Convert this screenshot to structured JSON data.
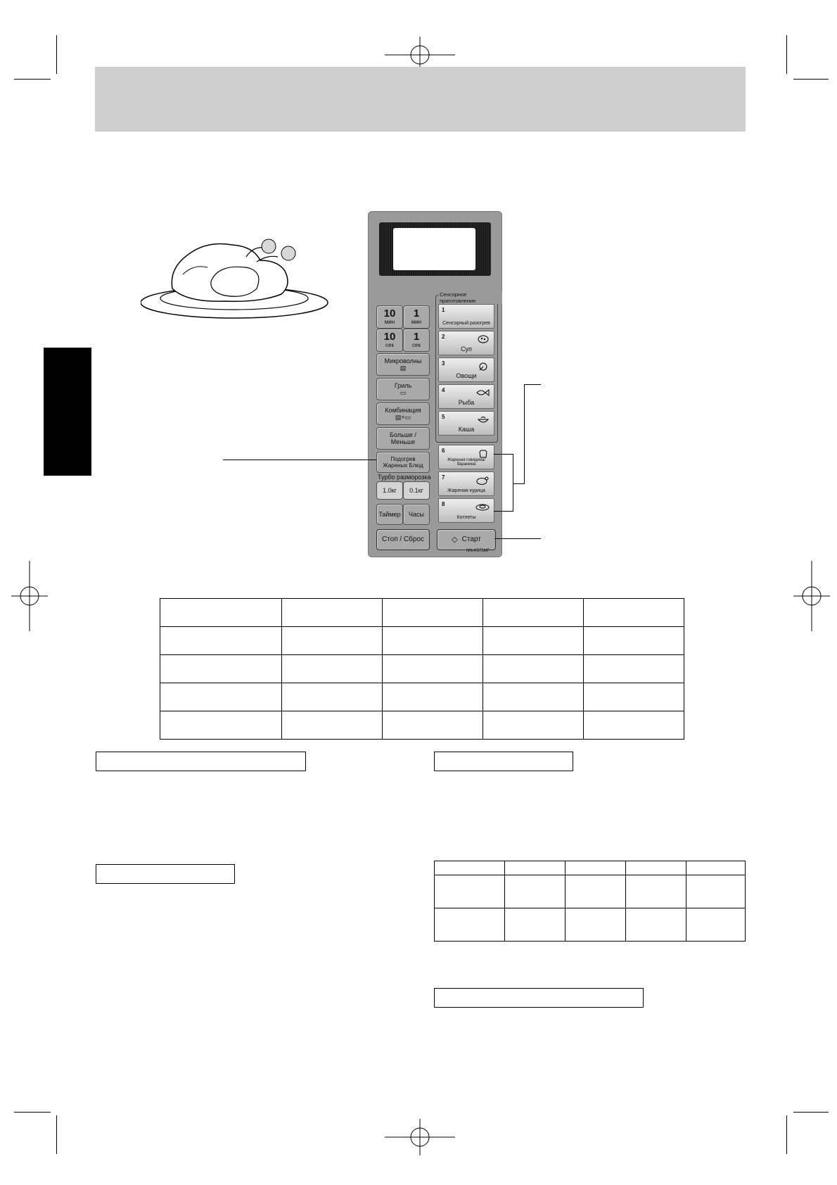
{
  "panel": {
    "time_keys": [
      {
        "value": "10",
        "unit": "мин"
      },
      {
        "value": "1",
        "unit": "мин"
      },
      {
        "value": "10",
        "unit": "сек"
      },
      {
        "value": "1",
        "unit": "сек"
      }
    ],
    "microwave": "Микроволны",
    "grill": "Гриль",
    "combination": "Комбинация",
    "more_less": "Больше / Меньше",
    "reheat_line1": "Подогрев",
    "reheat_line2": "Жареных Блюд",
    "turbo_defrost": "Турбо разморозка",
    "defrost_1kg": "1.0кг",
    "defrost_01kg": "0.1кг",
    "timer": "Таймер",
    "clock": "Часы",
    "stop_reset": "Стоп / Сброс",
    "start": "Старт",
    "sensor_title": "Сенсорное приготовление",
    "model": "NN-K575MF",
    "sensor_keys": [
      {
        "num": "1",
        "label": "Сенсорный разогрев"
      },
      {
        "num": "2",
        "label": "Суп"
      },
      {
        "num": "3",
        "label": "Овощи"
      },
      {
        "num": "4",
        "label": "Рыба"
      },
      {
        "num": "5",
        "label": "Каша"
      },
      {
        "num": "6",
        "label": "Жареная говядина/баранина"
      },
      {
        "num": "7",
        "label": "Жареная курица"
      },
      {
        "num": "8",
        "label": "Котлеты"
      }
    ]
  },
  "icons": {
    "illustration": "roast-chicken-on-plate",
    "registration": "crosshair-registration-mark"
  },
  "colors": {
    "header_band": "#cfcfcf",
    "panel": "#9a9a9a",
    "side_tab": "#000000"
  }
}
